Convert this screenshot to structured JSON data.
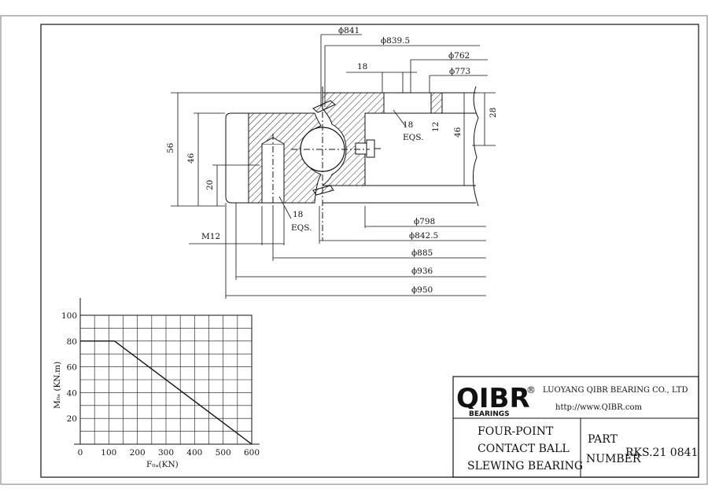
{
  "dimensions": {
    "d841": "ϕ841",
    "d839_5": "ϕ839.5",
    "d762": "ϕ762",
    "d773": "ϕ773",
    "d798": "ϕ798",
    "d842_5": "ϕ842.5",
    "d885": "ϕ885",
    "d936": "ϕ936",
    "d950": "ϕ950",
    "h56": "56",
    "h46_left": "46",
    "h20": "20",
    "h12": "12",
    "h46_right": "46",
    "h28": "28",
    "w18_top": "18",
    "eqs_top_num": "18",
    "eqs_top_txt": "EQS.",
    "eqs_bot_num": "18",
    "eqs_bot_txt": "EQS.",
    "m12": "M12"
  },
  "chart_data": {
    "type": "line",
    "xlabel": "F₀ₐ(KN)",
    "ylabel": "M₀ₐ (KN.m)",
    "x_ticks": [
      0,
      100,
      200,
      300,
      400,
      500,
      600
    ],
    "y_ticks": [
      20,
      40,
      60,
      80,
      100
    ],
    "xlim": [
      0,
      600
    ],
    "ylim": [
      0,
      100
    ],
    "grid": true,
    "series": [
      {
        "x": [
          0,
          120,
          600
        ],
        "y": [
          80,
          80,
          0
        ]
      }
    ]
  },
  "title_block": {
    "logo_text": "QIBR",
    "logo_reg": "®",
    "logo_sub": "BEARINGS",
    "company": "LUOYANG QIBR BEARING CO., LTD",
    "website": "http://www.QIBR.com",
    "desc_line1": "FOUR-POINT",
    "desc_line2": "CONTACT BALL",
    "desc_line3": "SLEWING BEARING",
    "part_label1": "PART",
    "part_label2": "NUMBER",
    "part_number": "RKS.21 0841"
  },
  "colors": {
    "line": "#111111",
    "hatch": "#222222",
    "logo": "#111111"
  }
}
